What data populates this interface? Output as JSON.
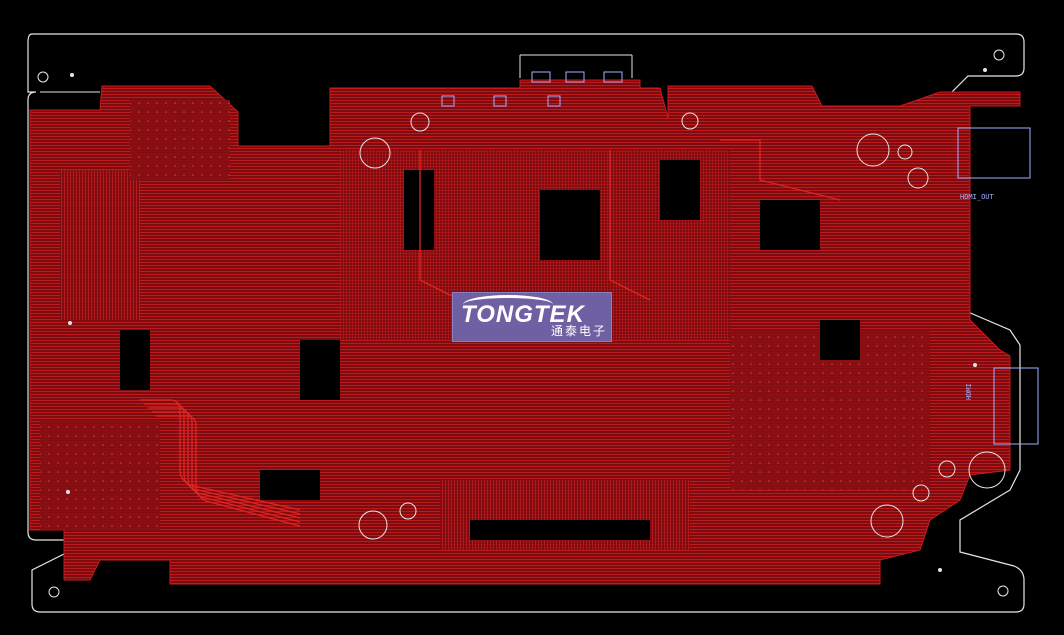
{
  "colors": {
    "background": "#000000",
    "copper": "#8a0e12",
    "trace": "#d01818",
    "outline": "#e6e6e6",
    "silk": "#9fb0ff",
    "logo_bg": "#6f5fa3"
  },
  "logo": {
    "brand": "TONGTEK",
    "subtitle": "通泰电子"
  },
  "connectors": {
    "top_right_label": "HDMI_OUT",
    "right_label": "HDMI"
  }
}
